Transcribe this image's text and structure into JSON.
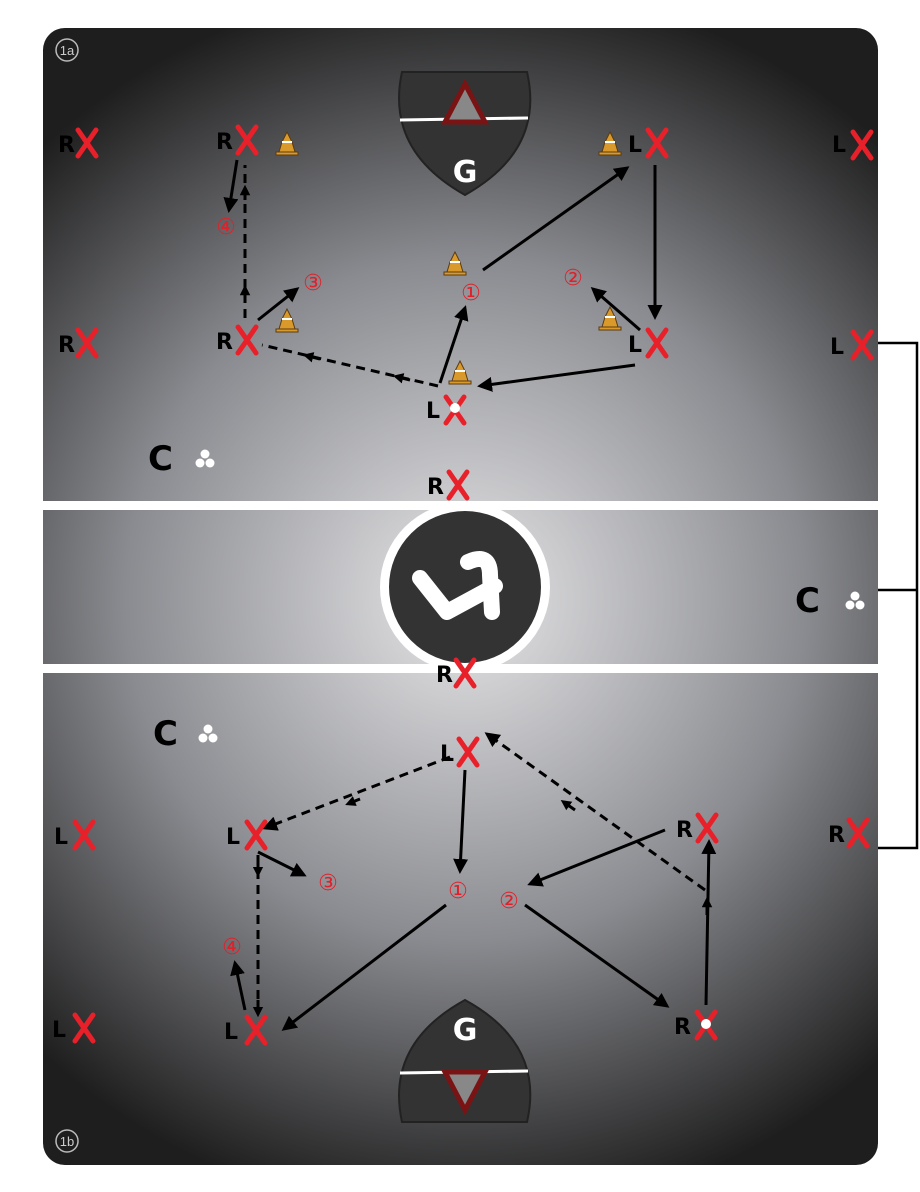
{
  "drill": {
    "top_tag": "1a",
    "bottom_tag": "1b",
    "goalie_label": "G",
    "coach_label": "C",
    "top_numbers": [
      "①",
      "②",
      "③",
      "④"
    ],
    "bottom_numbers": [
      "①",
      "②",
      "③",
      "④"
    ],
    "players_top": [
      "R",
      "R",
      "L",
      "L",
      "R",
      "R",
      "L",
      "L",
      "L",
      "R"
    ],
    "players_mid": [
      "R"
    ],
    "players_bottom": [
      "L",
      "L",
      "R",
      "L",
      "R",
      "L",
      "L",
      "R"
    ],
    "colors": {
      "x_mark": "#e8202a",
      "cone": "#d99a2b",
      "goal_frame": "#7a1414",
      "field_dark": "#1e1e1e",
      "field_light": "#e6e6e8"
    }
  }
}
